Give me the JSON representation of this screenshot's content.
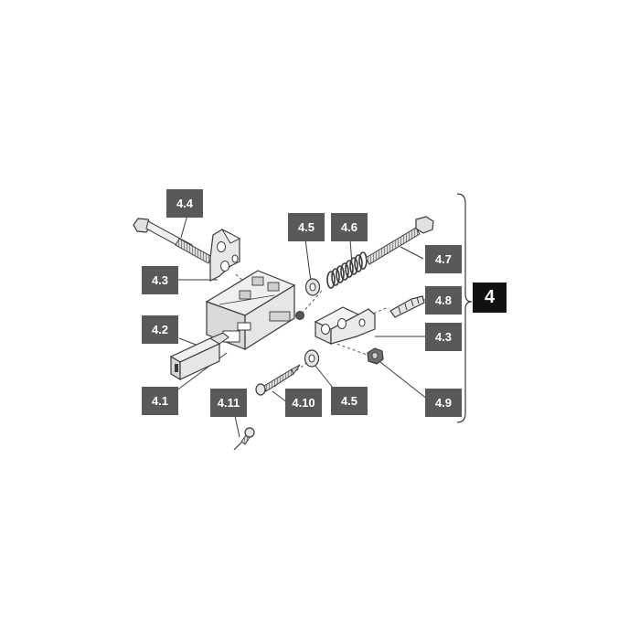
{
  "colors": {
    "label_bg": "#595959",
    "group_bg": "#111111",
    "label_text": "#ffffff",
    "part_line": "#3a3a3a",
    "part_fill": "#e3e3e3"
  },
  "labels": {
    "l4_4": "4.4",
    "l4_3_top": "4.3",
    "l4_2": "4.2",
    "l4_1": "4.1",
    "l4_11": "4.11",
    "l4_10": "4.10",
    "l4_5_top": "4.5",
    "l4_6": "4.6",
    "l4_7": "4.7",
    "l4_8": "4.8",
    "l4_3_right": "4.3",
    "l4_5_bottom": "4.5",
    "l4_9": "4.9"
  },
  "group_label": "4",
  "parts": [
    {
      "name": "hex-bolt",
      "icon": "hex-bolt-icon"
    },
    {
      "name": "angle-bracket",
      "icon": "angle-bracket-icon"
    },
    {
      "name": "plug-connector",
      "icon": "plug-icon"
    },
    {
      "name": "mounting-block",
      "icon": "mounting-block-icon"
    },
    {
      "name": "washer",
      "icon": "washer-icon"
    },
    {
      "name": "spring",
      "icon": "spring-icon"
    },
    {
      "name": "threaded-bolt",
      "icon": "threaded-bolt-icon"
    },
    {
      "name": "wall-plug",
      "icon": "wall-plug-icon"
    },
    {
      "name": "nut",
      "icon": "nut-icon"
    },
    {
      "name": "wood-screw",
      "icon": "wood-screw-icon"
    },
    {
      "name": "small-screw",
      "icon": "small-screw-icon"
    }
  ]
}
